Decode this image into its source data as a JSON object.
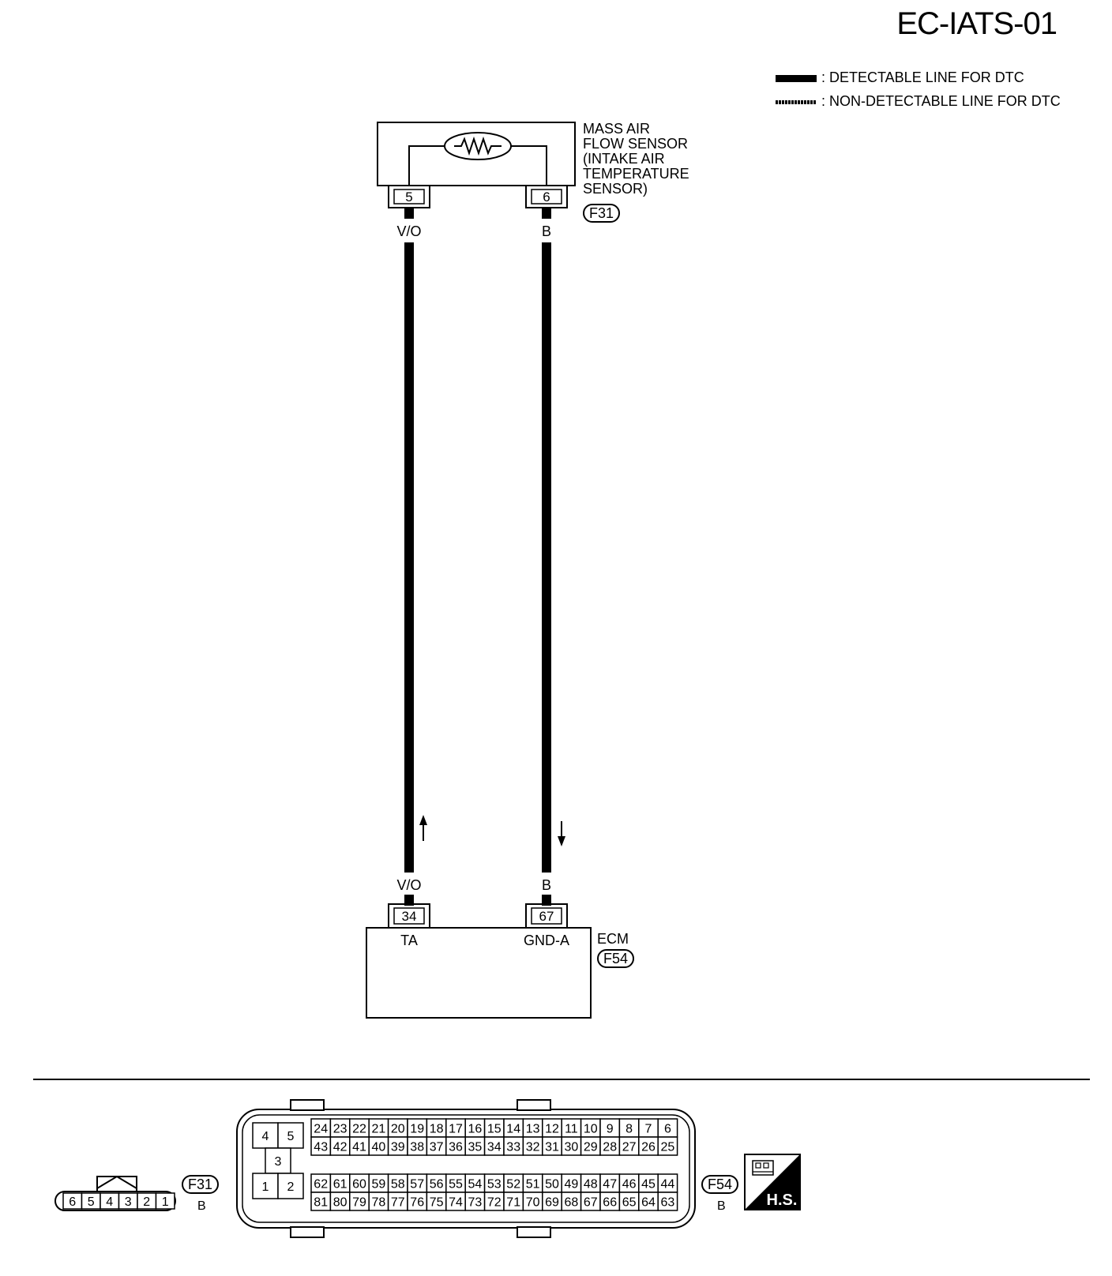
{
  "page_code": "EC-IATS-01",
  "legend": {
    "detectable": ": DETECTABLE LINE FOR DTC",
    "non_detectable": ": NON-DETECTABLE LINE FOR DTC"
  },
  "sensor": {
    "name_lines": [
      "MASS AIR",
      "FLOW SENSOR",
      "(INTAKE AIR",
      "TEMPERATURE",
      "SENSOR)"
    ],
    "connector": "F31",
    "pins": [
      {
        "pin": "5",
        "wire_color": "V/O"
      },
      {
        "pin": "6",
        "wire_color": "B"
      }
    ]
  },
  "ecm": {
    "name": "ECM",
    "connector": "F54",
    "pins": [
      {
        "pin": "34",
        "wire_color": "V/O",
        "signal": "TA"
      },
      {
        "pin": "67",
        "wire_color": "B",
        "signal": "GND-A"
      }
    ]
  },
  "connector_views": {
    "f31": {
      "id": "F31",
      "color": "B",
      "pins": [
        "6",
        "5",
        "4",
        "3",
        "2",
        "1"
      ]
    },
    "f54": {
      "id": "F54",
      "color": "B",
      "left_block": [
        "4",
        "5",
        "3",
        "1",
        "2"
      ],
      "row1": [
        "24",
        "23",
        "22",
        "21",
        "20",
        "19",
        "18",
        "17",
        "16",
        "15",
        "14",
        "13",
        "12",
        "11",
        "10",
        "9",
        "8",
        "7",
        "6"
      ],
      "row2": [
        "43",
        "42",
        "41",
        "40",
        "39",
        "38",
        "37",
        "36",
        "35",
        "34",
        "33",
        "32",
        "31",
        "30",
        "29",
        "28",
        "27",
        "26",
        "25"
      ],
      "row3": [
        "62",
        "61",
        "60",
        "59",
        "58",
        "57",
        "56",
        "55",
        "54",
        "53",
        "52",
        "51",
        "50",
        "49",
        "48",
        "47",
        "46",
        "45",
        "44"
      ],
      "row4": [
        "81",
        "80",
        "79",
        "78",
        "77",
        "76",
        "75",
        "74",
        "73",
        "72",
        "71",
        "70",
        "69",
        "68",
        "67",
        "66",
        "65",
        "64",
        "63"
      ]
    },
    "hs_badge": "H.S."
  }
}
